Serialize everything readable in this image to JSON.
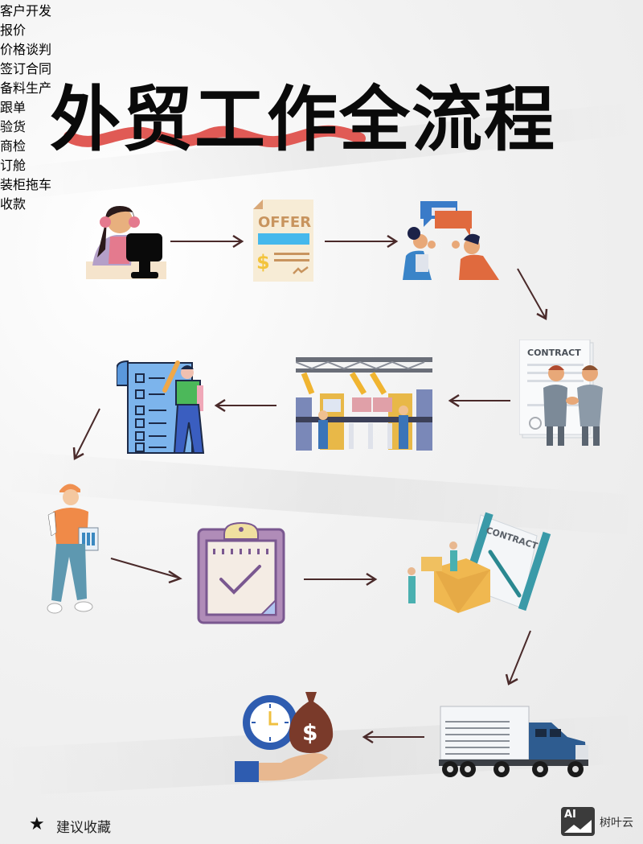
{
  "title": "外贸工作全流程",
  "steps": [
    {
      "label": "客户开发",
      "icon": "customer-service-icon"
    },
    {
      "label": "报价",
      "icon": "offer-document-icon",
      "icon_text": "OFFER"
    },
    {
      "label": "价格谈判",
      "icon": "negotiation-icon"
    },
    {
      "label": "签订合同",
      "icon": "contract-handshake-icon",
      "icon_text": "CONTRACT"
    },
    {
      "label": "备料生产",
      "icon": "factory-production-icon"
    },
    {
      "label": "跟单",
      "icon": "checklist-icon"
    },
    {
      "label": "验货",
      "icon": "inspector-icon"
    },
    {
      "label": "商检",
      "icon": "clipboard-check-icon"
    },
    {
      "label": "订舱",
      "icon": "booking-contract-icon",
      "icon_text": "CONTRACT"
    },
    {
      "label": "装柜拖车",
      "icon": "truck-icon"
    },
    {
      "label": "收款",
      "icon": "payment-icon"
    }
  ],
  "footer": {
    "star": "★",
    "text": "建议收藏"
  },
  "watermark": {
    "badge": "AI",
    "text": "树叶云"
  },
  "colors": {
    "accent": "#e05a55",
    "arrow": "#4a2a2a",
    "text": "#111111"
  }
}
